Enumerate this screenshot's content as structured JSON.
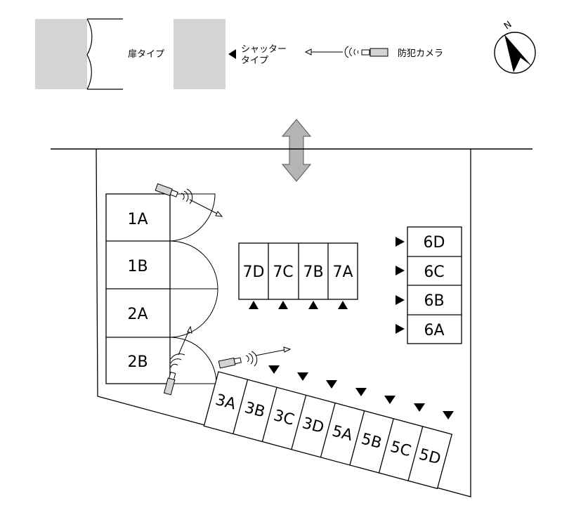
{
  "legend": {
    "door_type": "扉タイプ",
    "shutter_type_line1": "シャッター",
    "shutter_type_line2": "タイプ",
    "camera": "防犯カメラ"
  },
  "compass": {
    "north_label": "N"
  },
  "colors": {
    "legend_box_fill": "#d4d4d4",
    "arrow_fill": "#b5b5b5",
    "line": "#000000",
    "background": "#ffffff"
  },
  "units": {
    "door_units": [
      "1A",
      "1B",
      "2A",
      "2B"
    ],
    "row7": [
      "7D",
      "7C",
      "7B",
      "7A"
    ],
    "row6": [
      "6D",
      "6C",
      "6B",
      "6A"
    ],
    "row_bottom": [
      "3A",
      "3B",
      "3C",
      "3D",
      "5A",
      "5B",
      "5C",
      "5D"
    ]
  }
}
